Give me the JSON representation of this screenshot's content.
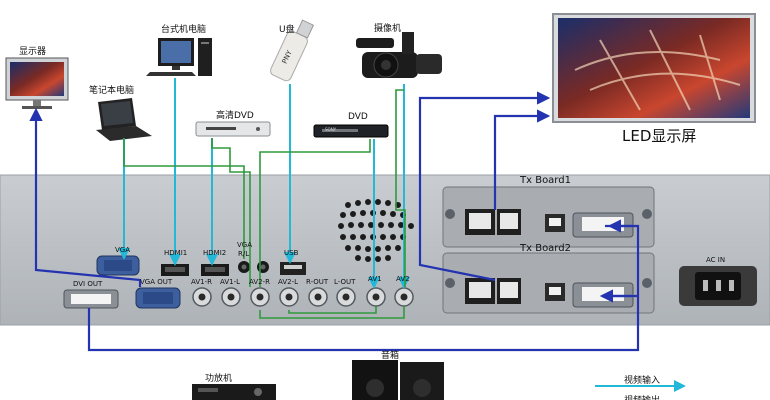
{
  "devices": {
    "display_monitor": "显示器",
    "laptop": "笔记本电脑",
    "desktop_pc": "台式机电脑",
    "hd_dvd": "高清DVD",
    "usb_drive": "U盘",
    "dvd_player": "DVD",
    "camcorder": "摄像机",
    "led_screen": "LED显示屏",
    "amplifier": "功放机",
    "speakers": "音箱",
    "usb_drive_brand": "PNY",
    "dvd_brand": "SONY"
  },
  "ports": {
    "vga": "VGA",
    "hdmi1": "HDMI1",
    "hdmi2": "HDMI2",
    "vga_rl_line1": "VGA",
    "vga_rl_line2": "R/L",
    "usb": "USB",
    "vga_out": "VGA OUT",
    "dvi_out": "DVI OUT",
    "av1_r": "AV1-R",
    "av1_l": "AV1-L",
    "av2_r": "AV2-R",
    "av2_l": "AV2-L",
    "r_out": "R-OUT",
    "l_out": "L-OUT",
    "av1": "AV1",
    "av2": "AV2",
    "ac_in": "AC IN"
  },
  "boards": {
    "tx1": "Tx Board1",
    "tx2": "Tx Board2"
  },
  "legend": {
    "video_input": "视频输入",
    "video_output_partial": "视频输出"
  },
  "colors": {
    "video_input_line": "#22b8d8",
    "video_output_line": "#2433b0",
    "audio_line": "#2e9a3c",
    "panel": "#bcc0c4"
  }
}
